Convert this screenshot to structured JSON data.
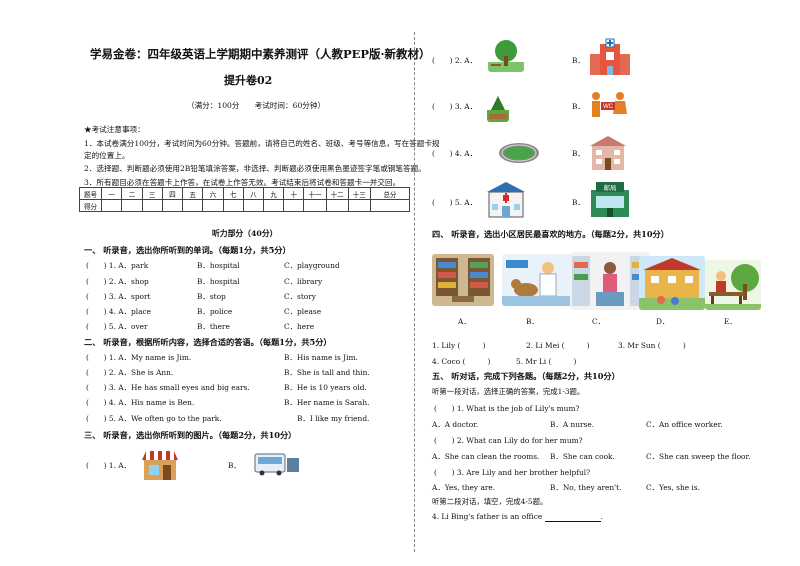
{
  "header": {
    "title": "学易金卷：四年级英语上学期期中素养测评（人教PEP版·新教材）",
    "subtitle": "提升卷02",
    "meta": "（满分：100分　　考试时间：60分钟）"
  },
  "notes": {
    "heading": "★考试注意事项：",
    "items": [
      "1．本试卷满分100分，考试时间为60分钟。答题前，请将自己的姓名、班级、考号等信息，写在答题卡规",
      "定的位置上。",
      "2．选择题、判断题必须使用2B铅笔填涂答案，非选择、判断题必须使用黑色墨迹签字笔或钢笔答题。",
      "3．所有题目必须在答题卡上作答，在试卷上作答无效。考试结束后将试卷和答题卡一并交回。"
    ]
  },
  "score_table": {
    "headers": [
      "题号",
      "一",
      "二",
      "三",
      "四",
      "五",
      "六",
      "七",
      "八",
      "九",
      "十",
      "十一",
      "十二",
      "十三",
      "总分"
    ],
    "row_label": "得分"
  },
  "listening_heading": "听力部分（40分）",
  "section1": {
    "title": "一、 听录音，选出你所听到的单词。（每题1分，共5分）",
    "items": [
      {
        "num": "(　　) 1. A．park",
        "b": "B．hospital",
        "c": "C．playground"
      },
      {
        "num": "(　　) 2. A．shop",
        "b": "B．hospital",
        "c": "C．library"
      },
      {
        "num": "(　　) 3. A．sport",
        "b": "B．stop",
        "c": "C．story"
      },
      {
        "num": "(　　) 4. A．place",
        "b": "B．police",
        "c": "C．please"
      },
      {
        "num": "(　　) 5. A．over",
        "b": "B．there",
        "c": "C．here"
      }
    ]
  },
  "section2": {
    "title": "二、 听录音，根据所听内容，选择合适的答语。（每题1分，共5分）",
    "items": [
      {
        "a": "(　　) 1. A．My name is Jim.",
        "b": "B．His name is Jim."
      },
      {
        "a": "(　　) 2. A．She is Ann.",
        "b": "B．She is tall and thin."
      },
      {
        "a": "(　　) 3. A．He has small eyes and big ears.",
        "b": "B．He is 10 years old."
      },
      {
        "a": "(　　) 4. A．His name is Ben.",
        "b": "B．Her name is Sarah."
      },
      {
        "a": "(　　) 5. A．We often go to the park.",
        "b": "B．I like my friend."
      }
    ]
  },
  "section3": {
    "title": "三、 听录音，选出你所听到的图片。（每题2分，共10分）",
    "first_item": "(　　) 1. A．",
    "b_label": "B．",
    "right_items": [
      {
        "num": "(　　) 2. A．",
        "b": "B．"
      },
      {
        "num": "(　　) 3. A．",
        "b": "B．"
      },
      {
        "num": "(　　) 4. A．",
        "b": "B．"
      },
      {
        "num": "(　　) 5. A．",
        "b": "B．"
      }
    ],
    "sign_text": "邮局"
  },
  "section4": {
    "title": "四、 听录音，选出小区居民最喜欢的地方。（每题2分，共10分）",
    "pic_labels": [
      "A．",
      "B．",
      "C．",
      "D．",
      "E．"
    ],
    "line1": [
      "1. Lily (　　　)",
      "2. Li Mei (　　　)",
      "3. Mr Sun (　　　)"
    ],
    "line2": [
      "4. Coco (　　　)",
      "5. Mr Li (　　　)"
    ]
  },
  "section5": {
    "title": "五、 听对话，完成下列各题。（每题2分，共10分）",
    "intro1": "听第一段对话，选择正确的答案，完成1-3题。",
    "q1": "(　　) 1. What is the job of Lily's mum?",
    "q1_opts": [
      "A．A doctor.",
      "B．A nurse.",
      "C．An office worker."
    ],
    "q2": "(　　) 2. What can Lily do for her mum?",
    "q2_opts": [
      "A．She can clean the rooms.",
      "B．She can cook.",
      "C．She can sweep the floor."
    ],
    "q3": "(　　) 3. Are Lily and her brother helpful?",
    "q3_opts": [
      "A．Yes, they are.",
      "B．No, they aren't.",
      "C．Yes, she is."
    ],
    "intro2": "听第二段对话，填空，完成4-5题。",
    "q4": "4. Li Bing's father is an office"
  }
}
